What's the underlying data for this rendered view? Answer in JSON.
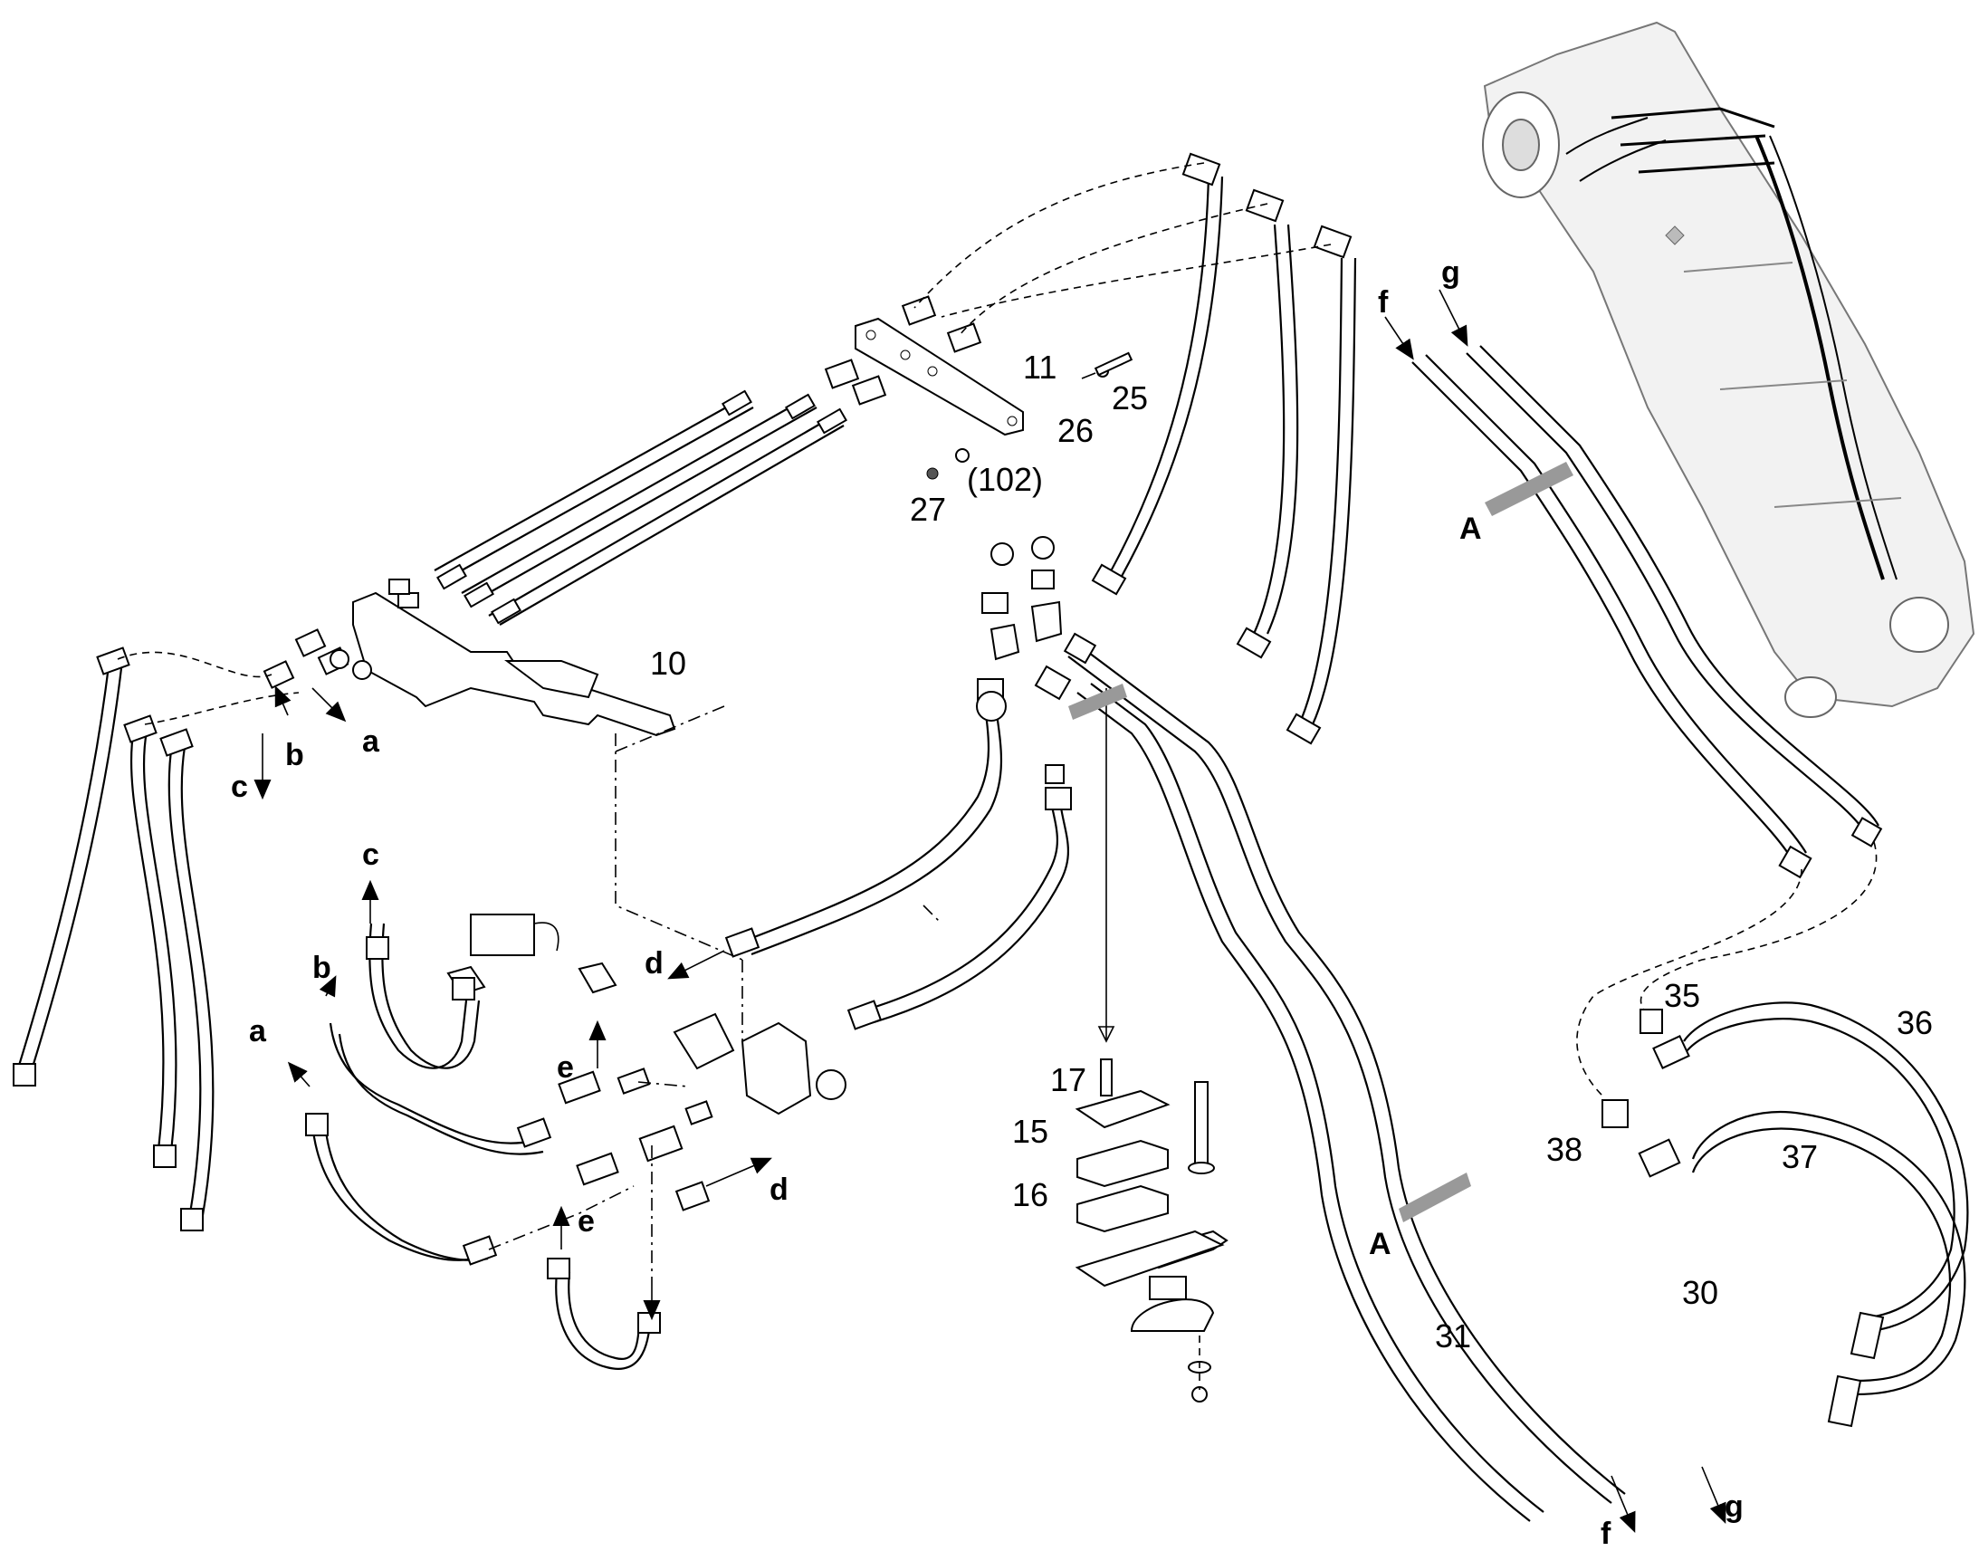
{
  "callouts": {
    "n10": "10",
    "n11": "11",
    "n15": "15",
    "n16": "16",
    "n17": "17",
    "n25": "25",
    "n26": "26",
    "n27": "27",
    "n102": "(102)",
    "n30": "30",
    "n31": "31",
    "n35": "35",
    "n36": "36",
    "n37": "37",
    "n38": "38"
  },
  "connectors": {
    "a": "a",
    "b": "b",
    "c": "c",
    "d": "d",
    "e": "e",
    "f": "f",
    "g": "g",
    "A": "A"
  }
}
